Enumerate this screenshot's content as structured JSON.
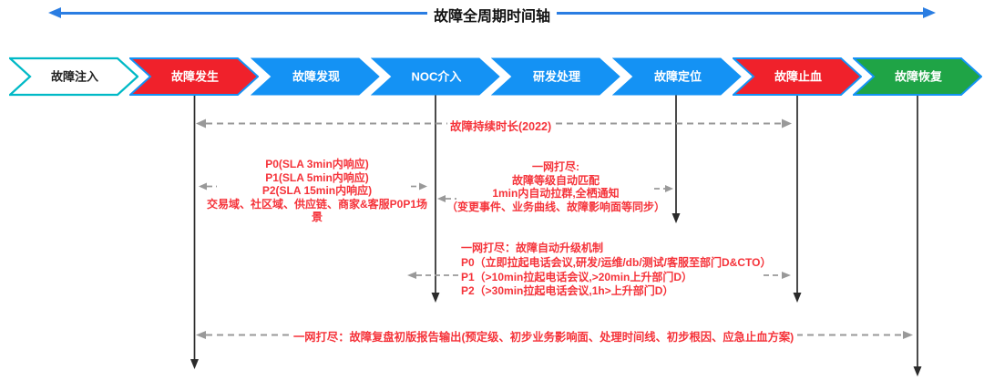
{
  "title": "故障全周期时间轴",
  "colors": {
    "axis_blue": "#2a7de2",
    "stage_blue": "#1492f4",
    "stage_red": "#f0212b",
    "stage_green": "#1fa446",
    "stage_outline_teal": "#00b9c6",
    "stage_outline_blue": "#1492f4",
    "annotation_red": "#f5333a",
    "dashed_gray": "#999999",
    "line_black": "#2b2b2b"
  },
  "stages": [
    {
      "label": "故障注入",
      "variant": "outline-teal"
    },
    {
      "label": "故障发生",
      "variant": "red"
    },
    {
      "label": "故障发现",
      "variant": "blue"
    },
    {
      "label": "NOC介入",
      "variant": "blue"
    },
    {
      "label": "研发处理",
      "variant": "blue"
    },
    {
      "label": "故障定位",
      "variant": "blue"
    },
    {
      "label": "故障止血",
      "variant": "red"
    },
    {
      "label": "故障恢复",
      "variant": "green"
    }
  ],
  "annotations": {
    "duration_label": "故障持续时长(2022)",
    "sla_block": {
      "lines": [
        "P0(SLA 3min内响应)",
        "P1(SLA 5min内响应)",
        "P2(SLA 15min内响应)",
        "交易域、社区域、供应链、商家&客服P0P1场景"
      ]
    },
    "auto_match_block": {
      "lines": [
        "一网打尽:",
        "故障等级自动匹配",
        "1min内自动拉群,全栖通知",
        "（变更事件、业务曲线、故障影响面等同步）"
      ]
    },
    "escalation_block": {
      "lines": [
        "一网打尽：故障自动升级机制",
        "P0（立即拉起电话会议,研发/运维/db/测试/客服至部门D&CTO）",
        "P1（>10min拉起电话会议,>20min上升部门D）",
        "P2（>30min拉起电话会议,1h>上升部门D）"
      ]
    },
    "review_report_label": "一网打尽：故障复盘初版报告输出(预定级、初步业务影响面、处理时间线、初步根因、应急止血方案)"
  }
}
